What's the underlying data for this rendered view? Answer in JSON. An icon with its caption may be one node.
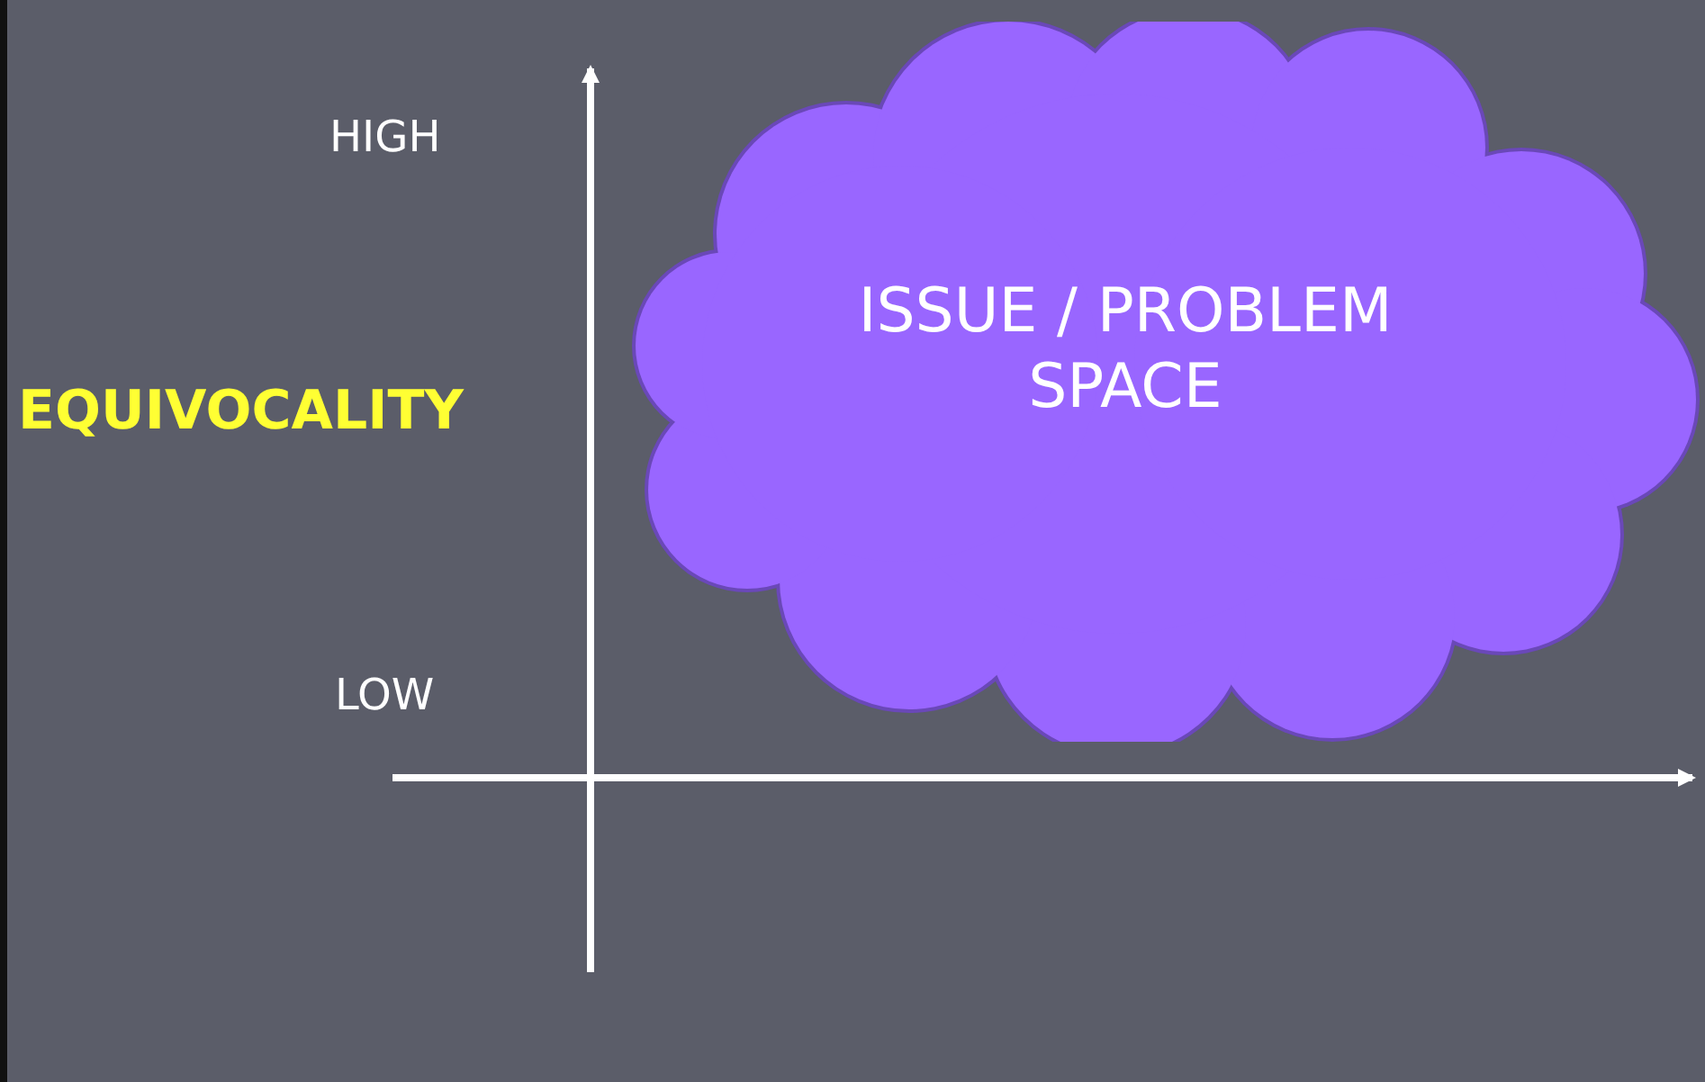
{
  "diagram": {
    "nodes": [
      {
        "text": [
          "ISSUE / PROBLEM SPACE"
        ]
      }
    ],
    "edges": [],
    "labels": [
      "HIGH",
      "EQUIVOCALITY",
      "LOW"
    ]
  }
}
